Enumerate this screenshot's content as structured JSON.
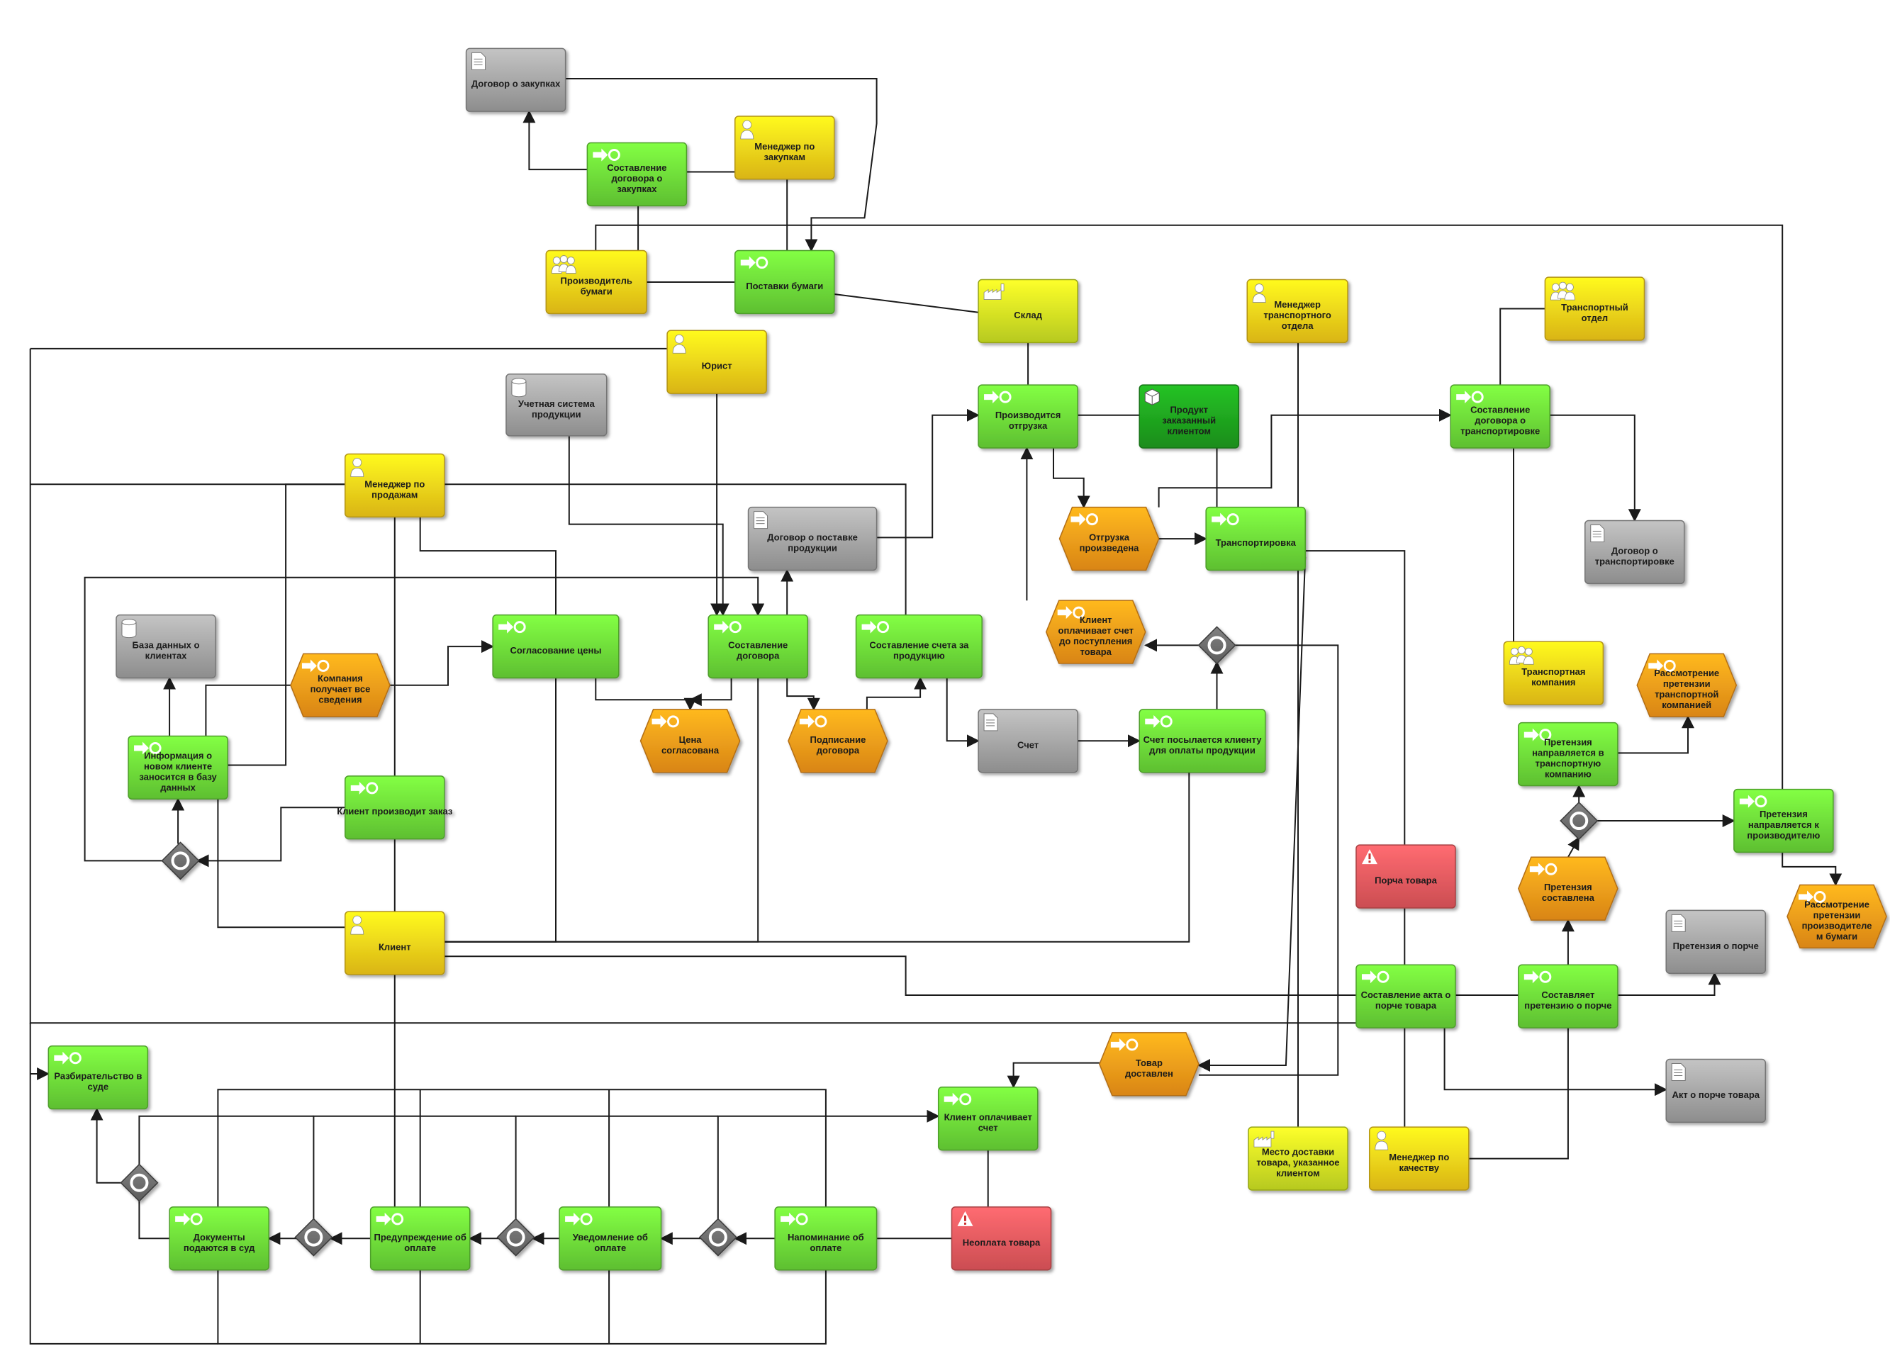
{
  "colors": {
    "function": "#6fe13a",
    "event": "#ff9d1a",
    "role": "#ffd41a",
    "document": "#a6a6a6",
    "system": "#a6a6a6",
    "location": "#d6ec24",
    "product": "#1fa51f",
    "risk": "#ef5b60",
    "gateway": "#6d6d6d",
    "line": "#1a1a1a"
  },
  "nodes": [
    {
      "id": "dogovor_zakupki",
      "type": "document",
      "icon": "document-icon",
      "lines": [
        "Договор о закупках"
      ]
    },
    {
      "id": "sost_dog_zak",
      "type": "function",
      "icon": "function-icon",
      "lines": [
        "Составление",
        "договора о",
        "закупках"
      ]
    },
    {
      "id": "men_zakup",
      "type": "role",
      "icon": "person-icon",
      "lines": [
        "Менеджер по",
        "закупкам"
      ]
    },
    {
      "id": "proizv_bum",
      "type": "role",
      "icon": "group-icon",
      "lines": [
        "Производитель",
        "бумаги"
      ]
    },
    {
      "id": "postavki",
      "type": "function",
      "icon": "function-icon",
      "lines": [
        "Поставки бумаги"
      ]
    },
    {
      "id": "sklad",
      "type": "location",
      "icon": "factory-icon",
      "lines": [
        "Склад"
      ]
    },
    {
      "id": "men_transp",
      "type": "role",
      "icon": "person-icon",
      "lines": [
        "Менеджер",
        "транспортного",
        "отдела"
      ]
    },
    {
      "id": "transp_otdel",
      "type": "role",
      "icon": "group-icon",
      "lines": [
        "Транспортный",
        "отдел"
      ]
    },
    {
      "id": "yurist",
      "type": "role",
      "icon": "person-icon",
      "lines": [
        "Юрист"
      ]
    },
    {
      "id": "uchet_sys",
      "type": "system",
      "icon": "database-icon",
      "lines": [
        "Учетная система",
        "продукции"
      ]
    },
    {
      "id": "proizv_otgruzka",
      "type": "function",
      "icon": "function-icon",
      "lines": [
        "Производится",
        "отгрузка"
      ]
    },
    {
      "id": "produkt",
      "type": "product",
      "icon": "cube-icon",
      "lines": [
        "Продукт",
        "заказанный",
        "клиентом"
      ]
    },
    {
      "id": "sost_dog_transp",
      "type": "function",
      "icon": "function-icon",
      "lines": [
        "Составление",
        "договора о",
        "транспортировке"
      ]
    },
    {
      "id": "men_prodazh",
      "type": "role",
      "icon": "person-icon",
      "lines": [
        "Менеджер по",
        "продажам"
      ]
    },
    {
      "id": "dog_postavka",
      "type": "document",
      "icon": "document-icon",
      "lines": [
        "Договор о поставке",
        "продукции"
      ]
    },
    {
      "id": "otgruzka_proizv",
      "type": "event",
      "icon": "event-icon",
      "lines": [
        "Отгрузка",
        "произведена"
      ]
    },
    {
      "id": "transportirovka",
      "type": "function",
      "icon": "function-icon",
      "lines": [
        "Транспортировка"
      ]
    },
    {
      "id": "dog_transp",
      "type": "document",
      "icon": "document-icon",
      "lines": [
        "Договор о",
        "транспортировке"
      ]
    },
    {
      "id": "baza_klientov",
      "type": "system",
      "icon": "database-icon",
      "lines": [
        "База данных о",
        "клиентах"
      ]
    },
    {
      "id": "soglas_ceny",
      "type": "function",
      "icon": "function-icon",
      "lines": [
        "Согласование цены"
      ]
    },
    {
      "id": "sost_dogovora",
      "type": "function",
      "icon": "function-icon",
      "lines": [
        "Составление",
        "договора"
      ]
    },
    {
      "id": "sost_scheta",
      "type": "function",
      "icon": "function-icon",
      "lines": [
        "Составление счета за",
        "продукцию"
      ]
    },
    {
      "id": "kl_oplach_do",
      "type": "event",
      "icon": "event-icon",
      "lines": [
        "Клиент",
        "оплачивает счет",
        "до поступления",
        "товара"
      ]
    },
    {
      "id": "komp_poluchaet",
      "type": "event",
      "icon": "event-icon",
      "lines": [
        "Компания",
        "получает все",
        "сведения"
      ]
    },
    {
      "id": "transp_komp",
      "type": "role",
      "icon": "group-icon",
      "lines": [
        "Транспортная",
        "компания"
      ]
    },
    {
      "id": "rassm_transp",
      "type": "event",
      "icon": "event-icon",
      "lines": [
        "Рассмотрение",
        "претензии",
        "транспортной",
        "компанией"
      ]
    },
    {
      "id": "info_kliente",
      "type": "function",
      "icon": "function-icon",
      "lines": [
        "Информация о",
        "новом клиенте",
        "заносится в базу",
        "данных"
      ]
    },
    {
      "id": "cena_sogl",
      "type": "event",
      "icon": "event-icon",
      "lines": [
        "Цена",
        "согласована"
      ]
    },
    {
      "id": "podpisanie",
      "type": "event",
      "icon": "event-icon",
      "lines": [
        "Подписание",
        "договора"
      ]
    },
    {
      "id": "schet",
      "type": "document",
      "icon": "document-icon",
      "lines": [
        "Счет"
      ]
    },
    {
      "id": "schet_posyl",
      "type": "function",
      "icon": "function-icon",
      "lines": [
        "Счет посылается клиенту",
        "для оплаты продукции"
      ]
    },
    {
      "id": "pretenz_transp",
      "type": "function",
      "icon": "function-icon",
      "lines": [
        "Претензия",
        "направляется в",
        "транспортную",
        "компанию"
      ]
    },
    {
      "id": "kl_zakaz",
      "type": "function",
      "icon": "function-icon",
      "lines": [
        "Клиент производит заказ"
      ]
    },
    {
      "id": "pretenz_proizv",
      "type": "function",
      "icon": "function-icon",
      "lines": [
        "Претензия",
        "направляется к",
        "производителю"
      ]
    },
    {
      "id": "porcha",
      "type": "risk",
      "icon": "warning-icon",
      "lines": [
        "Порча товара"
      ]
    },
    {
      "id": "pretenz_sost",
      "type": "event",
      "icon": "event-icon",
      "lines": [
        "Претензия",
        "составлена"
      ]
    },
    {
      "id": "rassm_proizv",
      "type": "event",
      "icon": "event-icon",
      "lines": [
        "Рассмотрение",
        "претензии",
        "производителе",
        "м бумаги"
      ]
    },
    {
      "id": "klient",
      "type": "role",
      "icon": "person-icon",
      "lines": [
        "Клиент"
      ]
    },
    {
      "id": "pretenz_doc",
      "type": "document",
      "icon": "document-icon",
      "lines": [
        "Претензия о порче"
      ]
    },
    {
      "id": "sost_akta",
      "type": "function",
      "icon": "function-icon",
      "lines": [
        "Составление акта о",
        "порче товара"
      ]
    },
    {
      "id": "sost_pretenz",
      "type": "function",
      "icon": "function-icon",
      "lines": [
        "Составляет",
        "претензию о порче"
      ]
    },
    {
      "id": "razbir",
      "type": "function",
      "icon": "function-icon",
      "lines": [
        "Разбирательство в",
        "суде"
      ]
    },
    {
      "id": "tovar_dost",
      "type": "event",
      "icon": "event-icon",
      "lines": [
        "Товар",
        "доставлен"
      ]
    },
    {
      "id": "akt_doc",
      "type": "document",
      "icon": "document-icon",
      "lines": [
        "Акт о порче товара"
      ]
    },
    {
      "id": "kl_oplach",
      "type": "function",
      "icon": "function-icon",
      "lines": [
        "Клиент оплачивает",
        "счет"
      ]
    },
    {
      "id": "mesto_dost",
      "type": "location",
      "icon": "factory-icon",
      "lines": [
        "Место доставки",
        "товара, указанное",
        "клиентом"
      ]
    },
    {
      "id": "men_kach",
      "type": "role",
      "icon": "person-icon",
      "lines": [
        "Менеджер по",
        "качеству"
      ]
    },
    {
      "id": "dokumenty",
      "type": "function",
      "icon": "function-icon",
      "lines": [
        "Документы",
        "подаются в суд"
      ]
    },
    {
      "id": "preduprezh",
      "type": "function",
      "icon": "function-icon",
      "lines": [
        "Предупреждение об",
        "оплате"
      ]
    },
    {
      "id": "uvedoml",
      "type": "function",
      "icon": "function-icon",
      "lines": [
        "Уведомление об",
        "оплате"
      ]
    },
    {
      "id": "napomin",
      "type": "function",
      "icon": "function-icon",
      "lines": [
        "Напоминание об",
        "оплате"
      ]
    },
    {
      "id": "neoplata",
      "type": "risk",
      "icon": "warning-icon",
      "lines": [
        "Неоплата товара"
      ]
    }
  ],
  "gateways": [
    {
      "id": "g_left",
      "icon": "xor-gateway-icon"
    },
    {
      "id": "g_schet",
      "icon": "xor-gateway-icon"
    },
    {
      "id": "g_pretenz",
      "icon": "xor-gateway-icon"
    },
    {
      "id": "g_court",
      "icon": "xor-gateway-icon"
    },
    {
      "id": "g_b1",
      "icon": "xor-gateway-icon"
    },
    {
      "id": "g_b2",
      "icon": "xor-gateway-icon"
    },
    {
      "id": "g_b3",
      "icon": "xor-gateway-icon"
    }
  ]
}
